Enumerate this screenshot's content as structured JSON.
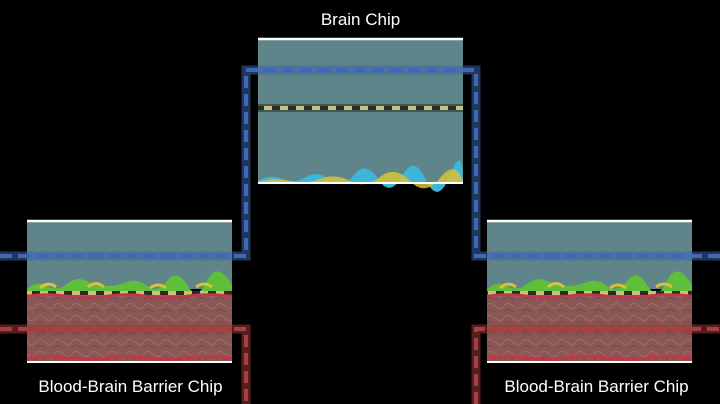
{
  "labels": {
    "brain_chip": "Brain Chip",
    "bbb_chip_left": "Blood-Brain Barrier Chip",
    "bbb_chip_right": "Blood-Brain Barrier Chip"
  },
  "colors": {
    "background": "#000000",
    "chamber_fill": "#5f8489",
    "chamber_top_edge": "#ffffff",
    "vascular_fill": "#8a5656",
    "media_channel": "#3d62a8",
    "blood_channel": "#9a3838",
    "membrane_stripe": "#c9c27a",
    "cell_layer_green": "#5fbf3a",
    "cell_layer_yellow": "#d9c23a",
    "brain_cells_cyan": "#3fb6d9",
    "endothelium_red": "#c2364a"
  },
  "icons": [
    "brain-chip-device",
    "bbb-chip-device",
    "fluidic-media-line",
    "fluidic-blood-line"
  ]
}
